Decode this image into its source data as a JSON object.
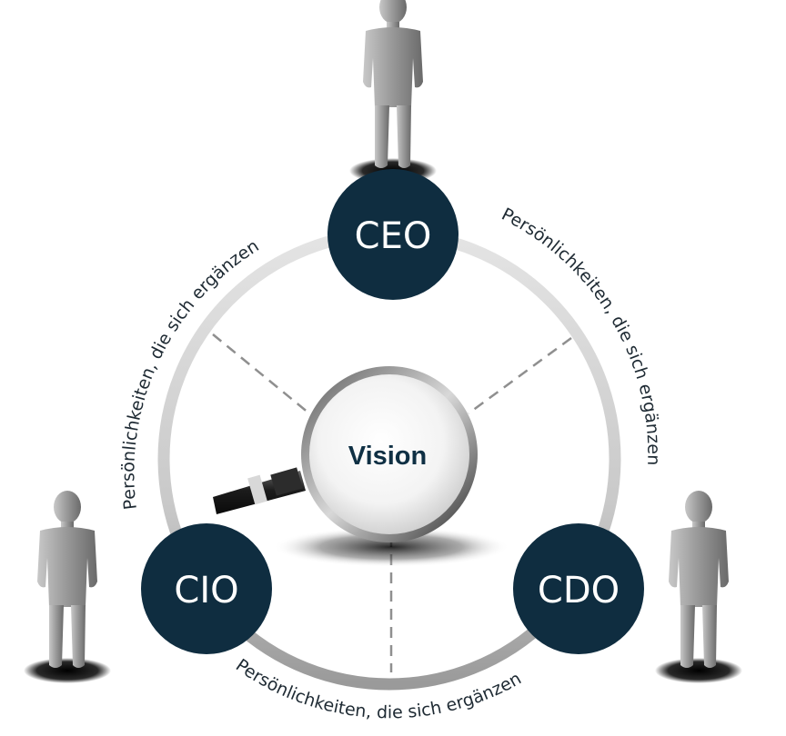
{
  "roles": {
    "top": "CEO",
    "left": "CIO",
    "right": "CDO"
  },
  "center": {
    "label": "Vision",
    "icon": "magnifying-glass-icon"
  },
  "arc_labels": {
    "left": "Persönlichkeiten, die sich  ergänzen",
    "right": "Persönlichkeiten, die sich  ergänzen",
    "bottom": "Persönlichkeiten, die sich ergänzen"
  },
  "person_icon": "person-figure-icon",
  "colors": {
    "node": "#0f2d40",
    "ring": "#cfcfcf",
    "vision_text": "#0f3044",
    "figure": "#9a9a9a"
  }
}
